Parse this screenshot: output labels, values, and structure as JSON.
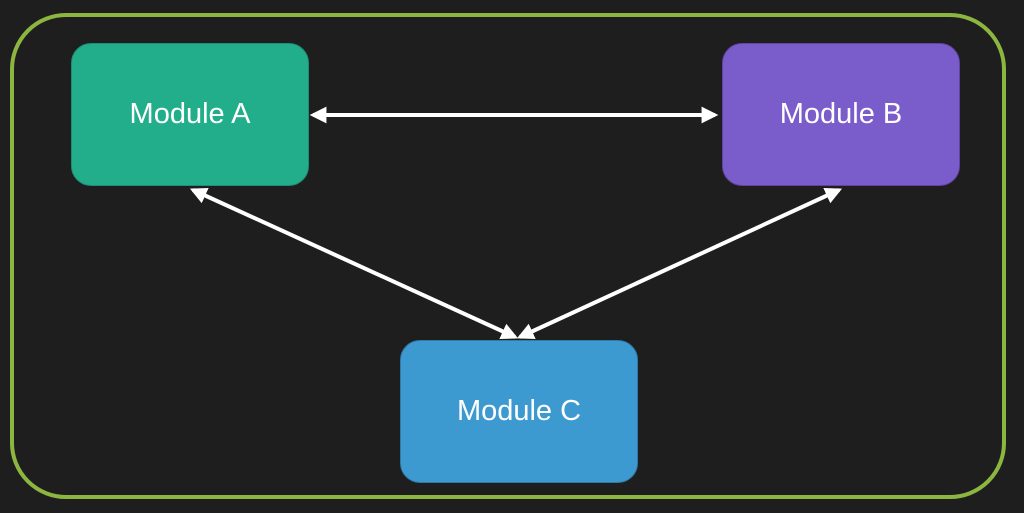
{
  "diagram": {
    "colors": {
      "background": "#1e1e1e",
      "frame": "#8cb63f",
      "arrow": "#ffffff",
      "text": "#ffffff"
    },
    "modules": [
      {
        "id": "a",
        "label": "Module A",
        "color": "#23ae8b",
        "border": "#1d8f73"
      },
      {
        "id": "b",
        "label": "Module B",
        "color": "#7b5ccb",
        "border": "#5f45a3"
      },
      {
        "id": "c",
        "label": "Module C",
        "color": "#3d9ad0",
        "border": "#2f7aa8"
      }
    ],
    "connections": [
      {
        "from": "a",
        "to": "b",
        "bidirectional": true
      },
      {
        "from": "a",
        "to": "c",
        "bidirectional": true
      },
      {
        "from": "b",
        "to": "c",
        "bidirectional": true
      }
    ]
  }
}
